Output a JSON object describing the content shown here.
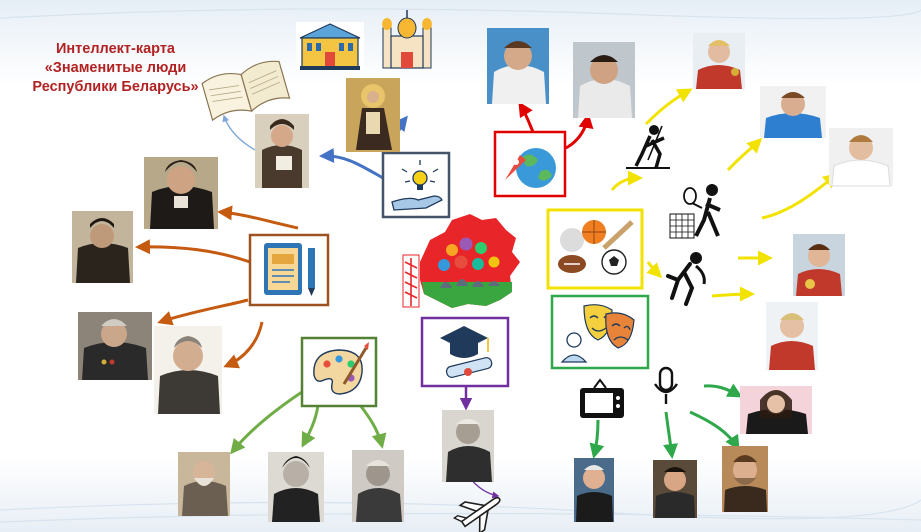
{
  "title": {
    "line1": "Интеллект-карта",
    "line2": "«Знаменитые люди",
    "line3": "Республики Беларусь»"
  },
  "colors": {
    "title": "#b22222",
    "science": "#4472c4",
    "literature": "#c55a11",
    "art": "#70ad47",
    "education": "#7030a0",
    "space": "#e00000",
    "sport": "#f2e200",
    "culture": "#2ea84a"
  },
  "diagram": {
    "center": "belarus-map-with-people-icon",
    "branches": [
      {
        "id": "science",
        "icon": "lightbulb-hand-icon",
        "items": [
          "portrait",
          "saint-icon",
          "university-icon",
          "church-icon",
          "book-icon"
        ]
      },
      {
        "id": "literature",
        "icon": "book-pencil-icon",
        "items": [
          "portrait-1",
          "portrait-2",
          "portrait-3",
          "portrait-4"
        ]
      },
      {
        "id": "art",
        "icon": "palette-icon",
        "items": [
          "portrait-1",
          "portrait-2",
          "portrait-3"
        ]
      },
      {
        "id": "education",
        "icon": "graduation-icon",
        "items": [
          "portrait",
          "airplane-icon"
        ]
      },
      {
        "id": "space",
        "icon": "globe-rocket-icon",
        "items": [
          "cosmonaut-1",
          "cosmonaut-2"
        ]
      },
      {
        "id": "sport",
        "icon": "sports-balls-icon",
        "items": [
          "biathlon-icon",
          "tennis-icon",
          "gymnastics-icon",
          "athlete-1",
          "athlete-2",
          "athlete-3",
          "athlete-4",
          "athlete-5"
        ]
      },
      {
        "id": "culture",
        "icon": "theatre-masks-icon",
        "items": [
          "tv-icon",
          "microphone-icon",
          "performer-1",
          "performer-2",
          "performer-3",
          "performer-4"
        ]
      }
    ]
  }
}
